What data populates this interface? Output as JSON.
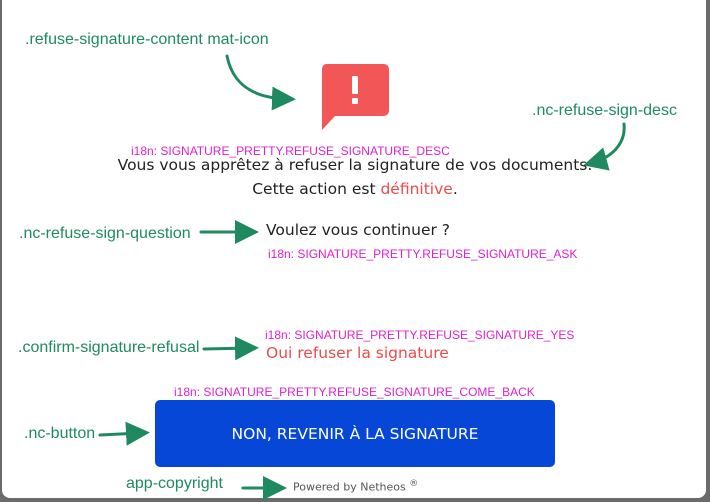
{
  "annotations": {
    "icon_class": ".refuse-signature-content mat-icon",
    "desc_class": ".nc-refuse-sign-desc",
    "question_class": ".nc-refuse-sign-question",
    "confirm_class": ".confirm-signature-refusal",
    "button_class": ".nc-button",
    "copyright_class": "app-copyright",
    "color": "#1f8a5f"
  },
  "i18n_keys": {
    "desc": "i18n: SIGNATURE_PRETTY.REFUSE_SIGNATURE_DESC",
    "ask": "i18n: SIGNATURE_PRETTY.REFUSE_SIGNATURE_ASK",
    "yes": "i18n: SIGNATURE_PRETTY.REFUSE_SIGNATURE_YES",
    "come_back": "i18n: SIGNATURE_PRETTY.REFUSE_SIGNATURE_COME_BACK",
    "color": "#e020d0"
  },
  "refuse_content": {
    "icon": "feedback-alert-icon",
    "icon_color": "#f25656",
    "desc_line1": "Vous vous apprêtez à refuser la signature de vos documents.",
    "desc_line2_prefix": "Cette action est ",
    "desc_line2_emphasis": "définitive",
    "desc_line2_suffix": ".",
    "question": "Voulez vous continuer ?",
    "confirm_refusal": "Oui refuser la signature",
    "button_label": "NON, REVENIR À LA SIGNATURE",
    "button_color": "#0647d8",
    "accent_red": "#ef4a4a"
  },
  "copyright": {
    "text": "Powered by Netheos",
    "mark": "®"
  }
}
